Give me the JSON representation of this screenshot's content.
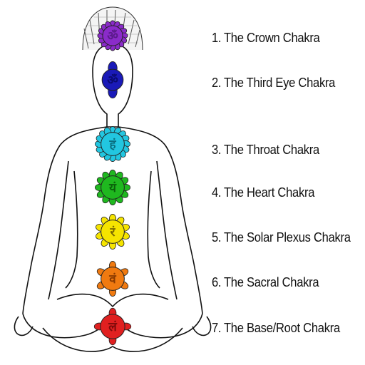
{
  "chakras": [
    {
      "number": "1.",
      "name": "The Crown Chakra",
      "color": "#8a2bc9",
      "symbol": "ॐ",
      "symbol_color": "#5a1a8a"
    },
    {
      "number": "2.",
      "name": "The Third Eye Chakra",
      "color": "#1a1ab8",
      "symbol": "ॐ",
      "symbol_color": "#0a0a70"
    },
    {
      "number": "3.",
      "name": "The Throat Chakra",
      "color": "#22c6e0",
      "symbol": "हं",
      "symbol_color": "#0a6f80"
    },
    {
      "number": "4.",
      "name": "The Heart Chakra",
      "color": "#1fb81f",
      "symbol": "यं",
      "symbol_color": "#0a600a"
    },
    {
      "number": "5.",
      "name": "The Solar Plexus Chakra",
      "color": "#f5e400",
      "symbol": "रं",
      "symbol_color": "#7a6a00"
    },
    {
      "number": "6.",
      "name": "The Sacral Chakra",
      "color": "#f07a10",
      "symbol": "वं",
      "symbol_color": "#8a3a00"
    },
    {
      "number": "7.",
      "name": "The Base/Root Chakra",
      "color": "#e02020",
      "symbol": "लं",
      "symbol_color": "#7a0a0a"
    }
  ]
}
